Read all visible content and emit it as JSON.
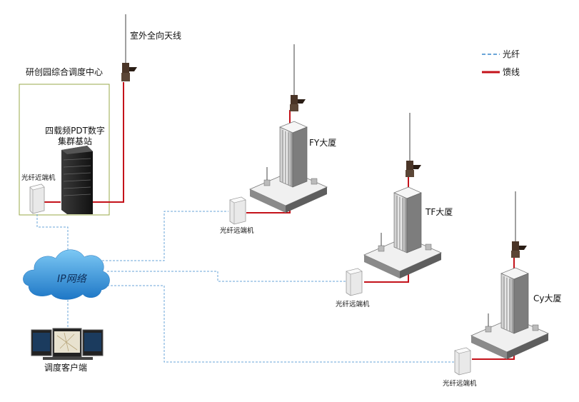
{
  "legend": {
    "fiber": "光纤",
    "feeder": "馈线",
    "fiber_color": "#6aa5d8",
    "feeder_color": "#c4121a"
  },
  "center": {
    "name": "研创园综合调度中心",
    "antenna_label": "室外全向天线",
    "base_station_line1": "四载频PDT数字",
    "base_station_line2": "集群基站",
    "near_end_label": "光纤近端机"
  },
  "network": {
    "cloud_label": "IP网络",
    "client_label": "调度客户端"
  },
  "buildings": [
    {
      "name": "FY大厦",
      "remote_label": "光纤远端机"
    },
    {
      "name": "TF大厦",
      "remote_label": "光纤远端机"
    },
    {
      "name": "Cy大厦",
      "remote_label": "光纤远端机"
    }
  ],
  "colors": {
    "box_border": "#9aa84a",
    "cloud": "#2f8fd6"
  }
}
